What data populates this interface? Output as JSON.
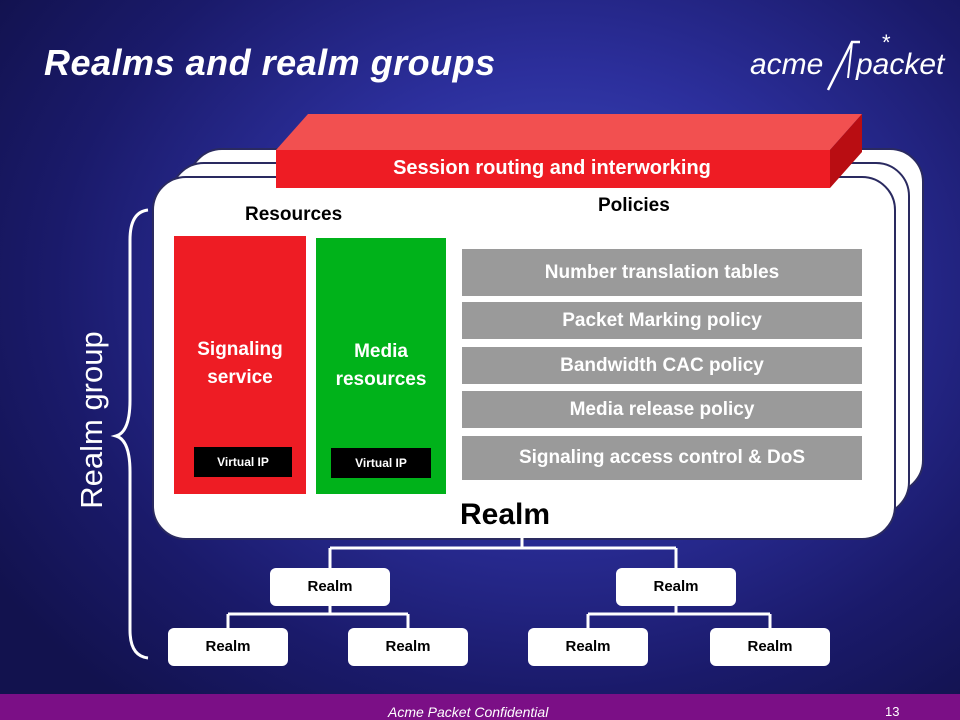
{
  "slide": {
    "title": "Realms and realm groups",
    "logo_text": "acmepacket",
    "top_bar": "Session routing and interworking",
    "resources_heading": "Resources",
    "policies_heading": "Policies",
    "signaling_service": "Signaling service",
    "media_resources": "Media resources",
    "virtual_ip_1": "Virtual IP",
    "virtual_ip_2": "Virtual IP",
    "policies": [
      "Number translation tables",
      "Packet Marking policy",
      "Bandwidth CAC policy",
      "Media release policy",
      "Signaling access control & DoS"
    ],
    "realm_label": "Realm",
    "realm_group_label": "Realm group",
    "tree": {
      "level1": [
        "Realm",
        "Realm"
      ],
      "level2": [
        "Realm",
        "Realm",
        "Realm",
        "Realm"
      ]
    },
    "footer": "Acme Packet Confidential",
    "page_number": "13"
  },
  "colors": {
    "red": "#ee1c24",
    "green": "#00b21a",
    "gray": "#9a9a9a",
    "footer": "#7b0f86"
  }
}
